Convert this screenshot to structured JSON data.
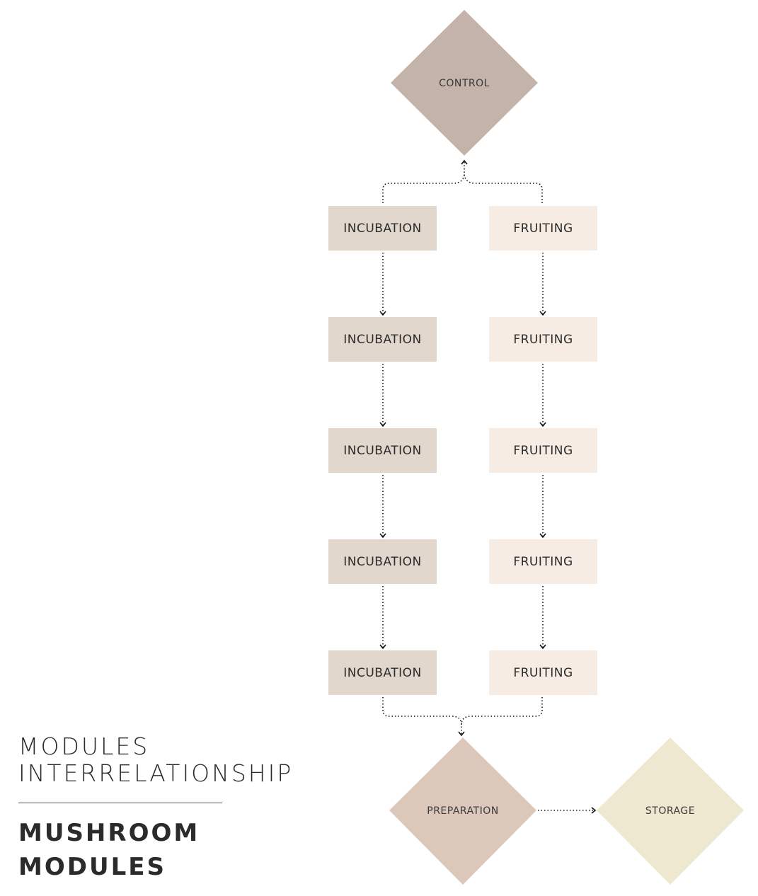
{
  "nodes": {
    "control": {
      "label": "CONTROL",
      "color": "#c4b3a8"
    },
    "preparation": {
      "label": "PREPARATION",
      "color": "#dcc8ba"
    },
    "storage": {
      "label": "STORAGE",
      "color": "#ede8cf"
    },
    "incubation": [
      {
        "label": "INCUBATION"
      },
      {
        "label": "INCUBATION"
      },
      {
        "label": "INCUBATION"
      },
      {
        "label": "INCUBATION"
      },
      {
        "label": "INCUBATION"
      }
    ],
    "fruiting": [
      {
        "label": "FRUITING"
      },
      {
        "label": "FRUITING"
      },
      {
        "label": "FRUITING"
      },
      {
        "label": "FRUITING"
      },
      {
        "label": "FRUITING"
      }
    ],
    "incubation_color": "#e2d7cd",
    "fruiting_color": "#f6ece3"
  },
  "heading": {
    "subtitle_line1": "MODULES",
    "subtitle_line2": "INTERRELATIONSHIP",
    "title_line1": "MUSHROOM",
    "title_line2": "MODULES"
  }
}
